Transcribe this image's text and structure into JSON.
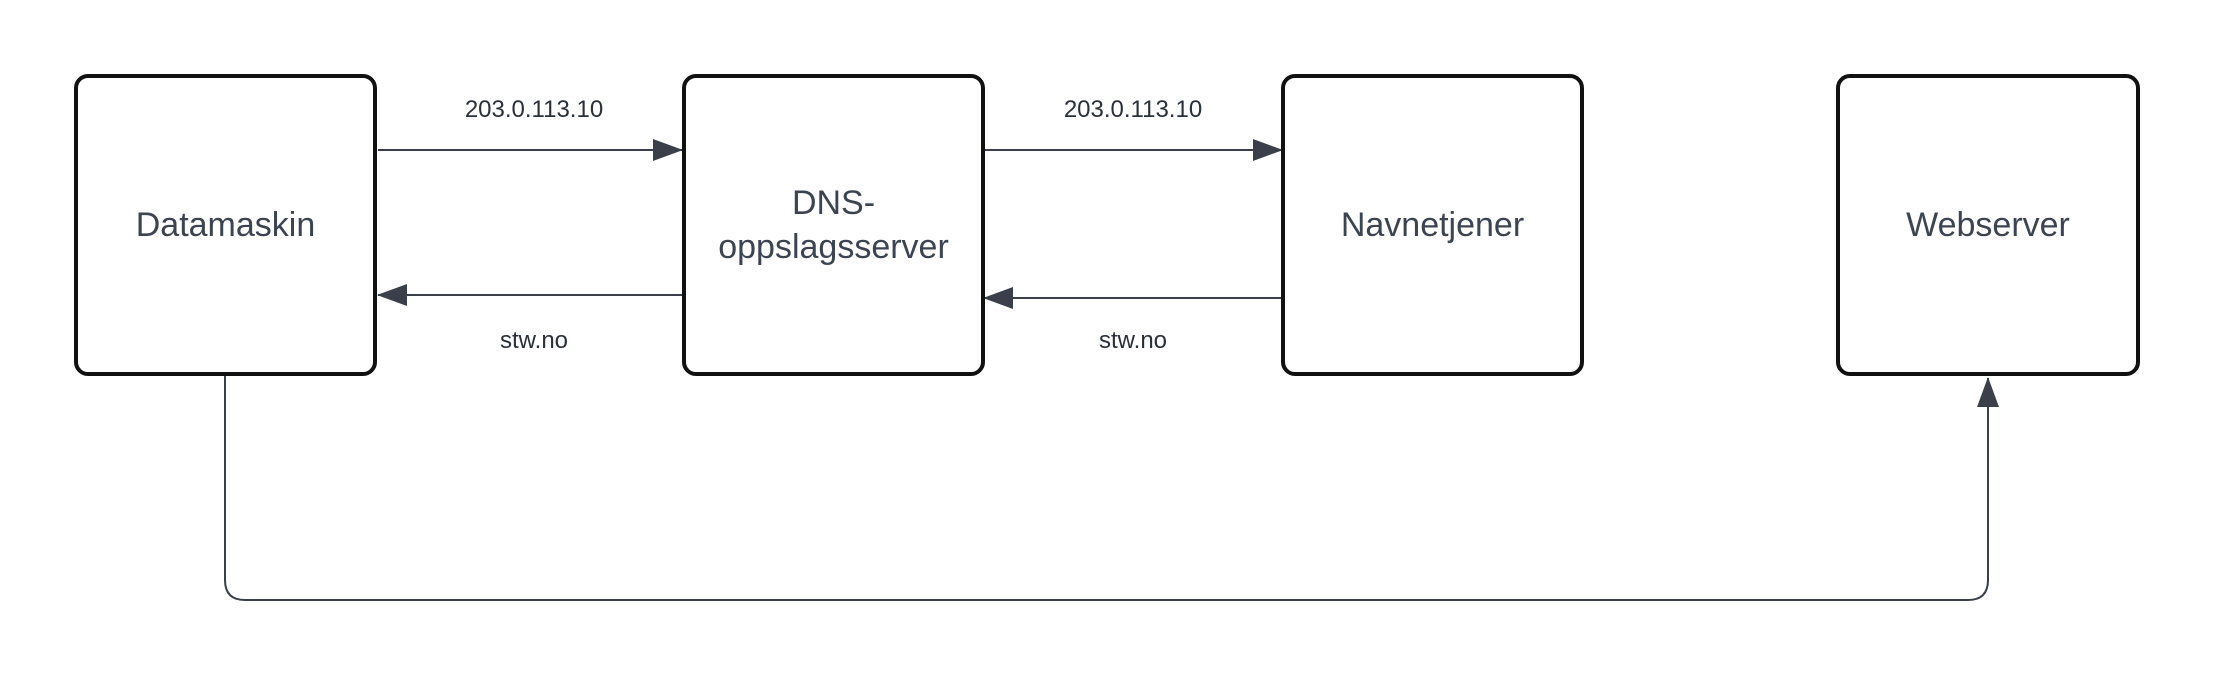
{
  "nodes": {
    "computer": "Datamaskin",
    "resolver": "DNS-\noppslagsserver",
    "nameserver": "Navnetjener",
    "webserver": "Webserver"
  },
  "edges": {
    "computer_to_resolver": "203.0.113.10",
    "resolver_to_nameserver": "203.0.113.10",
    "resolver_to_computer": "stw.no",
    "nameserver_to_resolver": "stw.no"
  },
  "colors": {
    "box_border": "#111111",
    "text": "#3d4451",
    "arrow": "#3a3f4a"
  }
}
